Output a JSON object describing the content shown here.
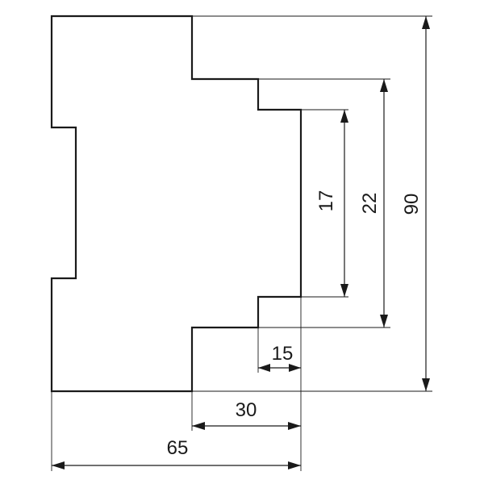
{
  "dimensions": {
    "total_height": "90",
    "step2_height": "22",
    "front_height": "17",
    "front_step_depth": "15",
    "front_depth": "30",
    "overall_depth": "65"
  },
  "colors": {
    "line": "#1a1a1a",
    "background": "#ffffff"
  }
}
